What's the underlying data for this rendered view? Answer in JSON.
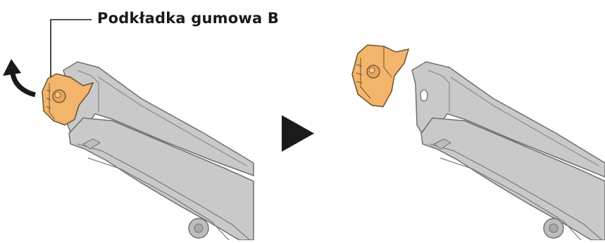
{
  "callout": {
    "label": "Podkładka gumowa B"
  },
  "colors": {
    "frame_fill": "#c9c9c9",
    "frame_stroke": "#6f6f6f",
    "pad_fill": "#f2b56b",
    "pad_stroke": "#6b5230",
    "arrow": "#1a1a1a"
  },
  "steps": [
    {
      "name": "before",
      "part": "rubber-pad-B-attached"
    },
    {
      "name": "after",
      "part": "rubber-pad-B-removed"
    }
  ],
  "icons": [
    "curved-arrow-icon",
    "next-step-triangle-icon"
  ]
}
